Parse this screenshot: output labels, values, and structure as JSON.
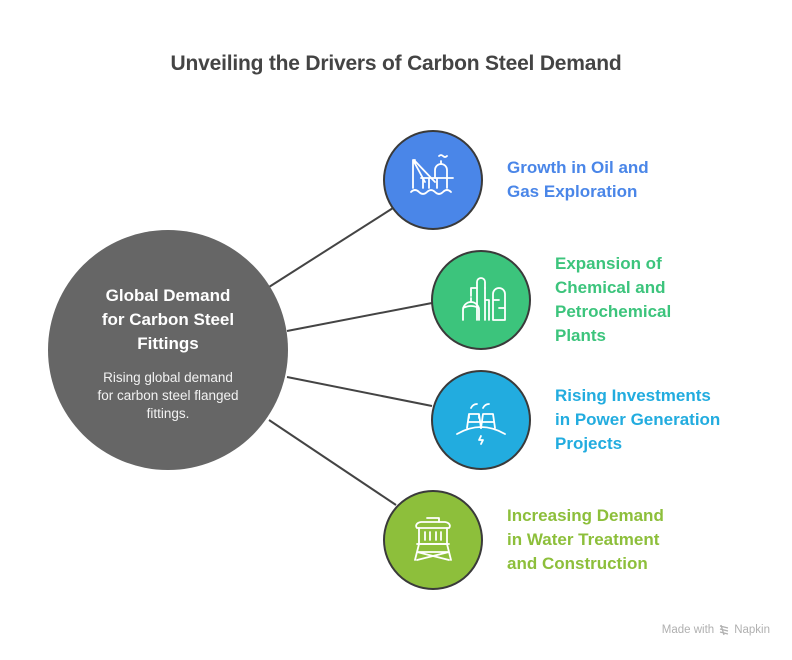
{
  "title": "Unveiling the Drivers of Carbon Steel Demand",
  "hub": {
    "title_lines": [
      "Global Demand",
      "for Carbon Steel",
      "Fittings"
    ],
    "description_lines": [
      "Rising global demand",
      "for carbon steel flanged",
      "fittings."
    ],
    "color": "#666666"
  },
  "drivers": [
    {
      "lines": [
        "Growth in Oil and",
        "Gas Exploration"
      ],
      "color": "#4a86e8",
      "icon": "offshore-oil-rig-icon"
    },
    {
      "lines": [
        "Expansion of",
        "Chemical and",
        "Petrochemical",
        "Plants"
      ],
      "color": "#3cc47c",
      "icon": "chemical-plant-icon"
    },
    {
      "lines": [
        "Rising Investments",
        "in Power Generation",
        "Projects"
      ],
      "color": "#22acdf",
      "icon": "power-plant-icon"
    },
    {
      "lines": [
        "Increasing Demand",
        "in Water Treatment",
        "and Construction"
      ],
      "color": "#8dbf3b",
      "icon": "water-tower-icon"
    }
  ],
  "footer": {
    "made_with": "Made with",
    "brand": "Napkin"
  }
}
